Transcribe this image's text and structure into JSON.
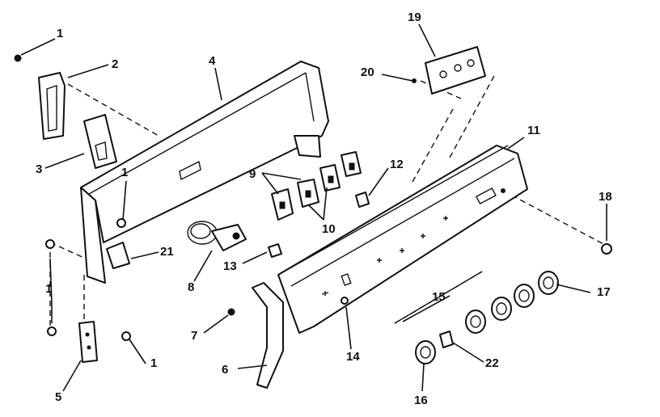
{
  "callouts": [
    {
      "id": "c1a",
      "text": "1"
    },
    {
      "id": "c1b",
      "text": "1"
    },
    {
      "id": "c1c",
      "text": "1"
    },
    {
      "id": "c1d",
      "text": "1"
    },
    {
      "id": "c2",
      "text": "2"
    },
    {
      "id": "c3",
      "text": "3"
    },
    {
      "id": "c4",
      "text": "4"
    },
    {
      "id": "c5",
      "text": "5"
    },
    {
      "id": "c6",
      "text": "6"
    },
    {
      "id": "c7",
      "text": "7"
    },
    {
      "id": "c8",
      "text": "8"
    },
    {
      "id": "c9",
      "text": "9"
    },
    {
      "id": "c10",
      "text": "10"
    },
    {
      "id": "c11",
      "text": "11"
    },
    {
      "id": "c12",
      "text": "12"
    },
    {
      "id": "c13",
      "text": "13"
    },
    {
      "id": "c14",
      "text": "14"
    },
    {
      "id": "c15",
      "text": "15"
    },
    {
      "id": "c16",
      "text": "16"
    },
    {
      "id": "c17",
      "text": "17"
    },
    {
      "id": "c18",
      "text": "18"
    },
    {
      "id": "c19",
      "text": "19"
    },
    {
      "id": "c20",
      "text": "20"
    },
    {
      "id": "c21",
      "text": "21"
    },
    {
      "id": "c22",
      "text": "22"
    }
  ]
}
